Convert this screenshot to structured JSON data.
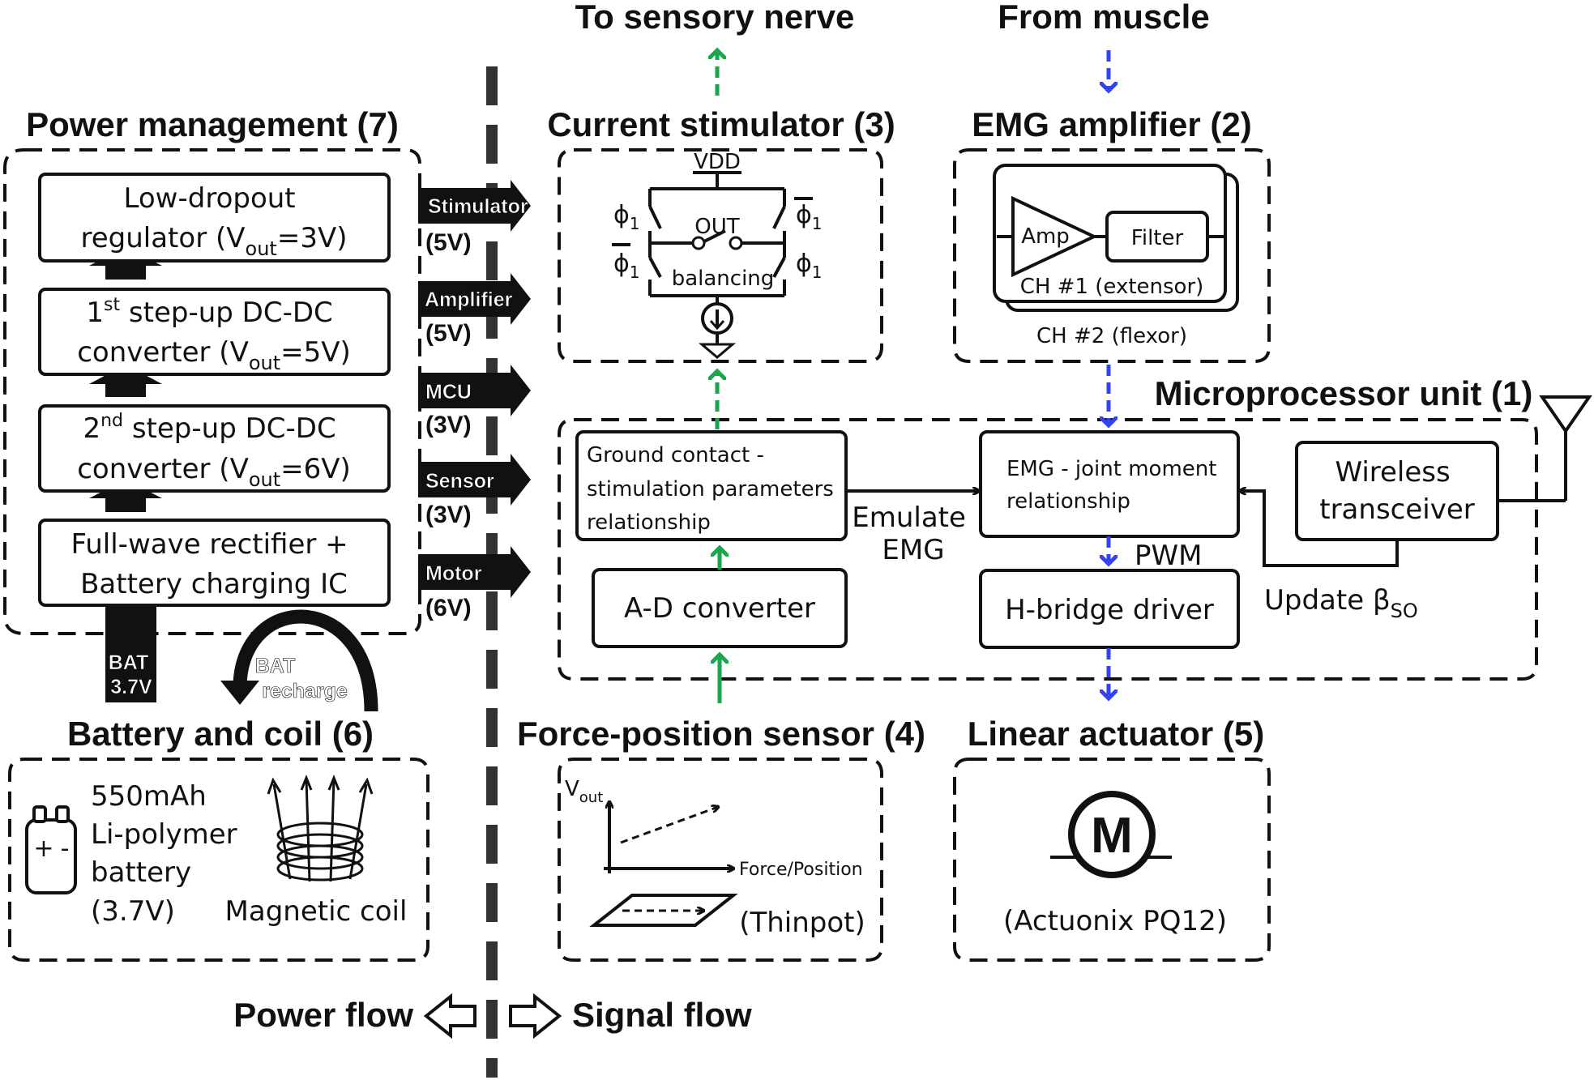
{
  "flow_labels": {
    "to_sensory_nerve": "To sensory nerve",
    "from_muscle": "From muscle",
    "power_flow": "Power flow",
    "signal_flow": "Signal flow"
  },
  "power_management": {
    "title": "Power management (7)",
    "ldo_line1": "Low-dropout",
    "ldo_line2_pre": "regulator (V",
    "ldo_line2_sub": "out",
    "ldo_line2_post": "=3V)",
    "conv1_line1_pre": "1",
    "conv1_line1_sup": "st",
    "conv1_line1_post": " step-up DC-DC",
    "conv1_line2_pre": "converter (V",
    "conv1_line2_sub": "out",
    "conv1_line2_post": "=5V)",
    "conv2_line1_pre": "2",
    "conv2_line1_sup": "nd",
    "conv2_line1_post": " step-up DC-DC",
    "conv2_line2_pre": "converter (V",
    "conv2_line2_sub": "out",
    "conv2_line2_post": "=6V)",
    "rect_line1": "Full-wave rectifier +",
    "rect_line2": "Battery charging IC"
  },
  "rails": [
    {
      "name": "Stimulator",
      "voltage": "(5V)"
    },
    {
      "name": "Amplifier",
      "voltage": "(5V)"
    },
    {
      "name": "MCU",
      "voltage": "(3V)"
    },
    {
      "name": "Sensor",
      "voltage": "(3V)"
    },
    {
      "name": "Motor",
      "voltage": "(6V)"
    }
  ],
  "battery_links": {
    "bat_line1": "BAT",
    "bat_line2": "3.7V",
    "recharge_line1": "BAT",
    "recharge_line2": "recharge"
  },
  "battery_coil": {
    "title": "Battery and coil (6)",
    "battery_line1": "550mAh",
    "battery_line2": "Li-polymer",
    "battery_line3": "battery",
    "battery_line4": "(3.7V)",
    "coil_label": "Magnetic coil"
  },
  "current_stimulator": {
    "title": "Current stimulator (3)",
    "vdd": "VDD",
    "out": "OUT",
    "balancing": "balancing",
    "phi": "ϕ",
    "phi_sub": "1"
  },
  "emg_amplifier": {
    "title": "EMG amplifier (2)",
    "amp": "Amp",
    "filter": "Filter",
    "ch1": "CH #1 (extensor)",
    "ch2": "CH #2 (flexor)"
  },
  "microprocessor": {
    "title": "Microprocessor unit (1)",
    "ground_line1": "Ground contact -",
    "ground_line2": "stimulation parameters",
    "ground_line3": "relationship",
    "emg_line1": "EMG - joint moment",
    "emg_line2": "relationship",
    "wireless_line1": "Wireless",
    "wireless_line2": "transceiver",
    "adc": "A-D converter",
    "hbridge": "H-bridge driver",
    "emulate_line1": "Emulate",
    "emulate_line2": "EMG",
    "pwm": "PWM",
    "update_pre": "Update β",
    "update_sub": "SO"
  },
  "force_sensor": {
    "title": "Force-position sensor (4)",
    "vout": "V",
    "vout_sub": "out",
    "xaxis": "Force/Position",
    "thinpot": "(Thinpot)"
  },
  "linear_actuator": {
    "title": "Linear actuator (5)",
    "motor_letter": "M",
    "model": "(Actuonix PQ12)"
  },
  "colors": {
    "stim_signal": "#1aa64a",
    "emg_signal": "#3344ee",
    "outline": "#111111"
  }
}
